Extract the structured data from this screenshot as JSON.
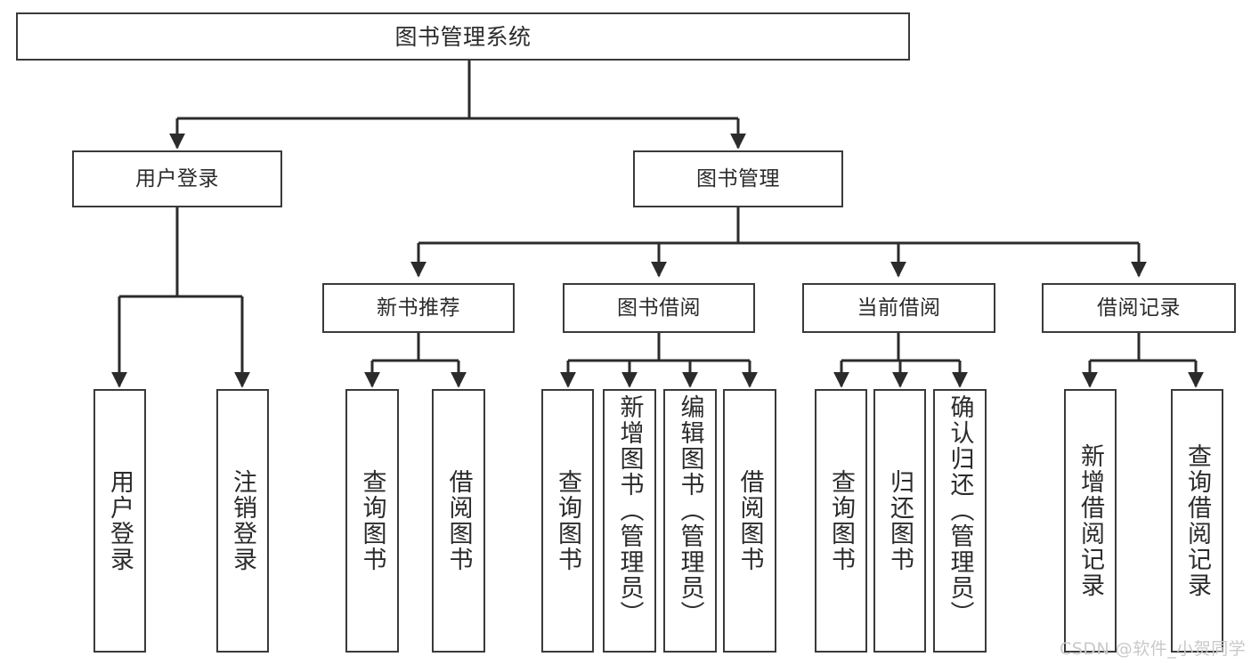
{
  "diagram": {
    "type": "tree",
    "title": "图书管理系统",
    "watermark": "CSDN @软件_小贺同学",
    "colors": {
      "box_border": "#3a3a3a",
      "box_fill": "#ffffff",
      "edge": "#2b2b2b",
      "text": "#2b2b2b",
      "watermark": "#c9c9c9",
      "background": "#ffffff"
    },
    "nodes": {
      "root": {
        "label": "图书管理系统"
      },
      "level2": [
        {
          "label": "用户登录"
        },
        {
          "label": "图书管理"
        }
      ],
      "level3": [
        {
          "label": "新书推荐"
        },
        {
          "label": "图书借阅"
        },
        {
          "label": "当前借阅"
        },
        {
          "label": "借阅记录"
        }
      ],
      "leaves": {
        "user_login": [
          {
            "label": "用户登录"
          },
          {
            "label": "注销登录"
          }
        ],
        "new_book_recommend": [
          {
            "label": "查询图书"
          },
          {
            "label": "借阅图书"
          }
        ],
        "book_borrow": [
          {
            "label": "查询图书"
          },
          {
            "label": "新增图书（管理员）"
          },
          {
            "label": "编辑图书（管理员）"
          },
          {
            "label": "借阅图书"
          }
        ],
        "current_borrow": [
          {
            "label": "查询图书"
          },
          {
            "label": "归还图书"
          },
          {
            "label": "确认归还（管理员）"
          }
        ],
        "borrow_record": [
          {
            "label": "新增借阅记录"
          },
          {
            "label": "查询借阅记录"
          }
        ]
      }
    }
  }
}
